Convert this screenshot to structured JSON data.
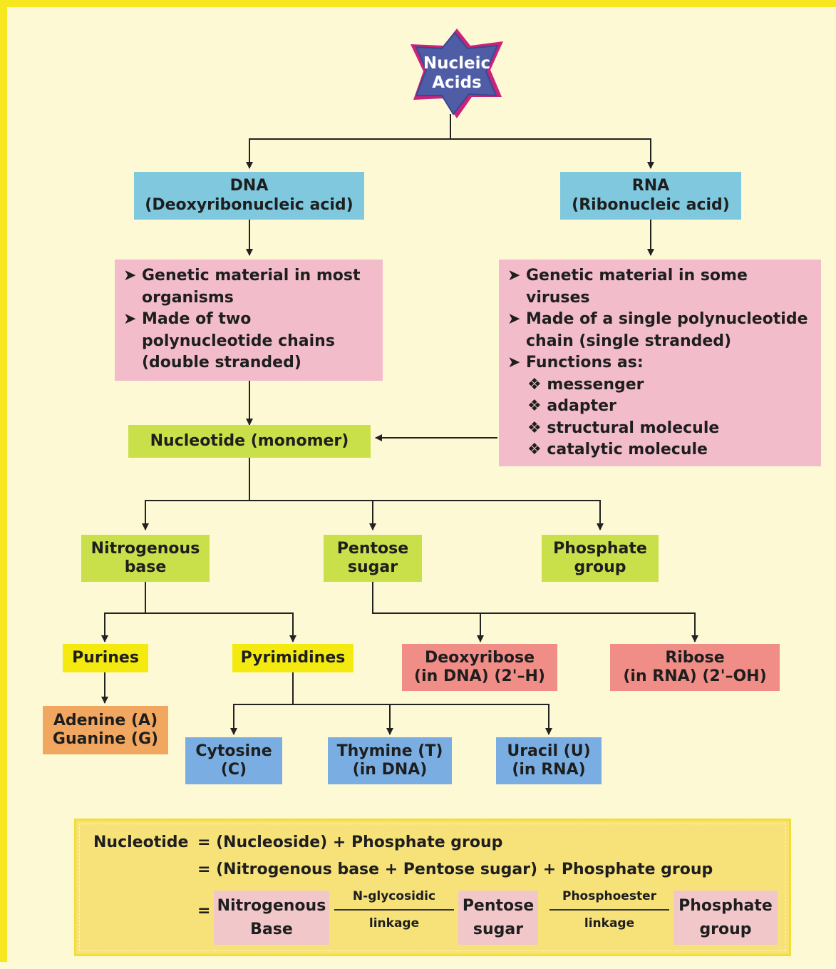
{
  "title": {
    "line1": "Nucleic",
    "line2": "Acids"
  },
  "dna": {
    "name": "DNA",
    "full": "(Deoxyribonucleic acid)"
  },
  "rna": {
    "name": "RNA",
    "full": "(Ribonucleic acid)"
  },
  "dna_features": {
    "items": [
      {
        "l1": "Genetic material in most",
        "l2": "organisms"
      },
      {
        "l1": "Made of two",
        "l2": "polynucleotide chains",
        "l3": "(double stranded)"
      }
    ]
  },
  "rna_features": {
    "items": [
      {
        "l1": "Genetic material in some",
        "l2": "viruses"
      },
      {
        "l1": "Made of a single polynucleotide",
        "l2": "chain (single stranded)"
      },
      {
        "l1": "Functions as:"
      }
    ],
    "functions": [
      "messenger",
      "adapter",
      "structural molecule",
      "catalytic molecule"
    ]
  },
  "nucleotide": "Nucleotide (monomer)",
  "components": {
    "base": {
      "l1": "Nitrogenous",
      "l2": "base"
    },
    "sugar": {
      "l1": "Pentose",
      "l2": "sugar"
    },
    "phosphate": {
      "l1": "Phosphate",
      "l2": "group"
    }
  },
  "purines": "Purines",
  "pyrimidines": "Pyrimidines",
  "purine_bases": {
    "l1": "Adenine (A)",
    "l2": "Guanine (G)"
  },
  "pyrimidine_bases": [
    {
      "l1": "Cytosine",
      "l2": "(C)"
    },
    {
      "l1": "Thymine (T)",
      "l2": "(in DNA)"
    },
    {
      "l1": "Uracil (U)",
      "l2": "(in RNA)"
    }
  ],
  "sugars": [
    {
      "l1": "Deoxyribose",
      "l2": "(in DNA) (2'–H)"
    },
    {
      "l1": "Ribose",
      "l2": "(in RNA) (2'–OH)"
    }
  ],
  "formula": {
    "line1_lhs": "Nucleotide",
    "line1_rhs": "= (Nucleoside) + Phosphate group",
    "line2": "= (Nitrogenous base + Pentose sugar) + Phosphate group",
    "eq": "=",
    "base": {
      "l1": "Nitrogenous",
      "l2": "Base"
    },
    "link1": {
      "top": "N-glycosidic",
      "bottom": "linkage"
    },
    "sugar": {
      "l1": "Pentose",
      "l2": "sugar"
    },
    "link2": {
      "top": "Phosphoester",
      "bottom": "linkage"
    },
    "phosphate": {
      "l1": "Phosphate",
      "l2": "group"
    }
  },
  "colors": {
    "dna_rna": "#7fc8de",
    "features": "#f2bccb",
    "components": "#c9e04a",
    "purines": "#f5ea0f",
    "sugars": "#ef8d86",
    "purine_bases": "#f2a760",
    "pyrimidine_bases": "#7aaee3",
    "formula_bg": "#f7e27a",
    "title_star": "#4e5da6"
  }
}
